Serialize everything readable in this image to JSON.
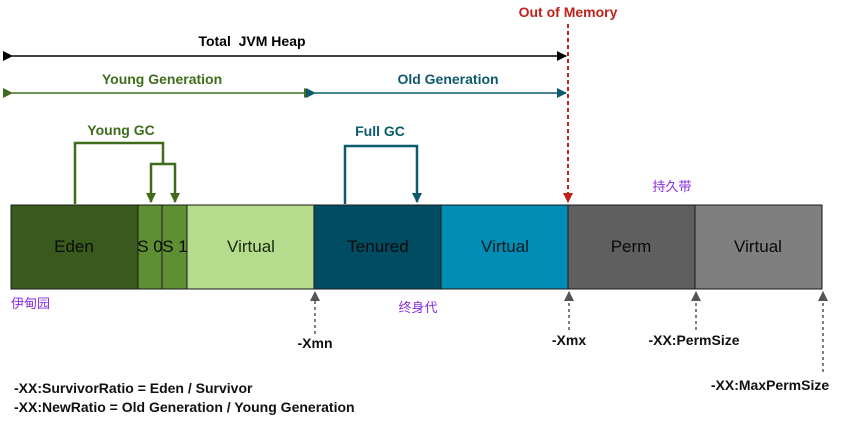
{
  "title": "Total  JVM Heap",
  "out_of_memory": "Out of Memory",
  "young_generation": "Young Generation",
  "old_generation": "Old Generation",
  "young_gc": "Young GC",
  "full_gc": "Full GC",
  "segments": {
    "eden": "Eden",
    "s0": "S 0",
    "s1": "S 1",
    "virtual_young": "Virtual",
    "tenured": "Tenured",
    "virtual_old": "Virtual",
    "perm": "Perm",
    "virtual_perm": "Virtual"
  },
  "cn_labels": {
    "eden": "伊甸园",
    "tenured": "终身代",
    "perm": "持久带"
  },
  "markers": {
    "xmn": "-Xmn",
    "xmx": "-Xmx",
    "permsize": "-XX:PermSize",
    "maxpermsize": "-XX:MaxPermSize"
  },
  "notes": [
    "-XX:SurvivorRatio = Eden / Survivor",
    "-XX:NewRatio = Old Generation / Young Generation"
  ],
  "colors": {
    "eden": "#3a5a1d",
    "survivor": "#5e8f32",
    "virtual_young": "#b4dc8c",
    "tenured": "#004d63",
    "virtual_old": "#008db5",
    "perm": "#5f5f5f",
    "virtual_perm": "#7f7f7f",
    "young_arrow": "#3f6d1b",
    "old_arrow": "#0c5a6e",
    "oom": "#c0201a",
    "cn_text": "#8a2be2"
  }
}
